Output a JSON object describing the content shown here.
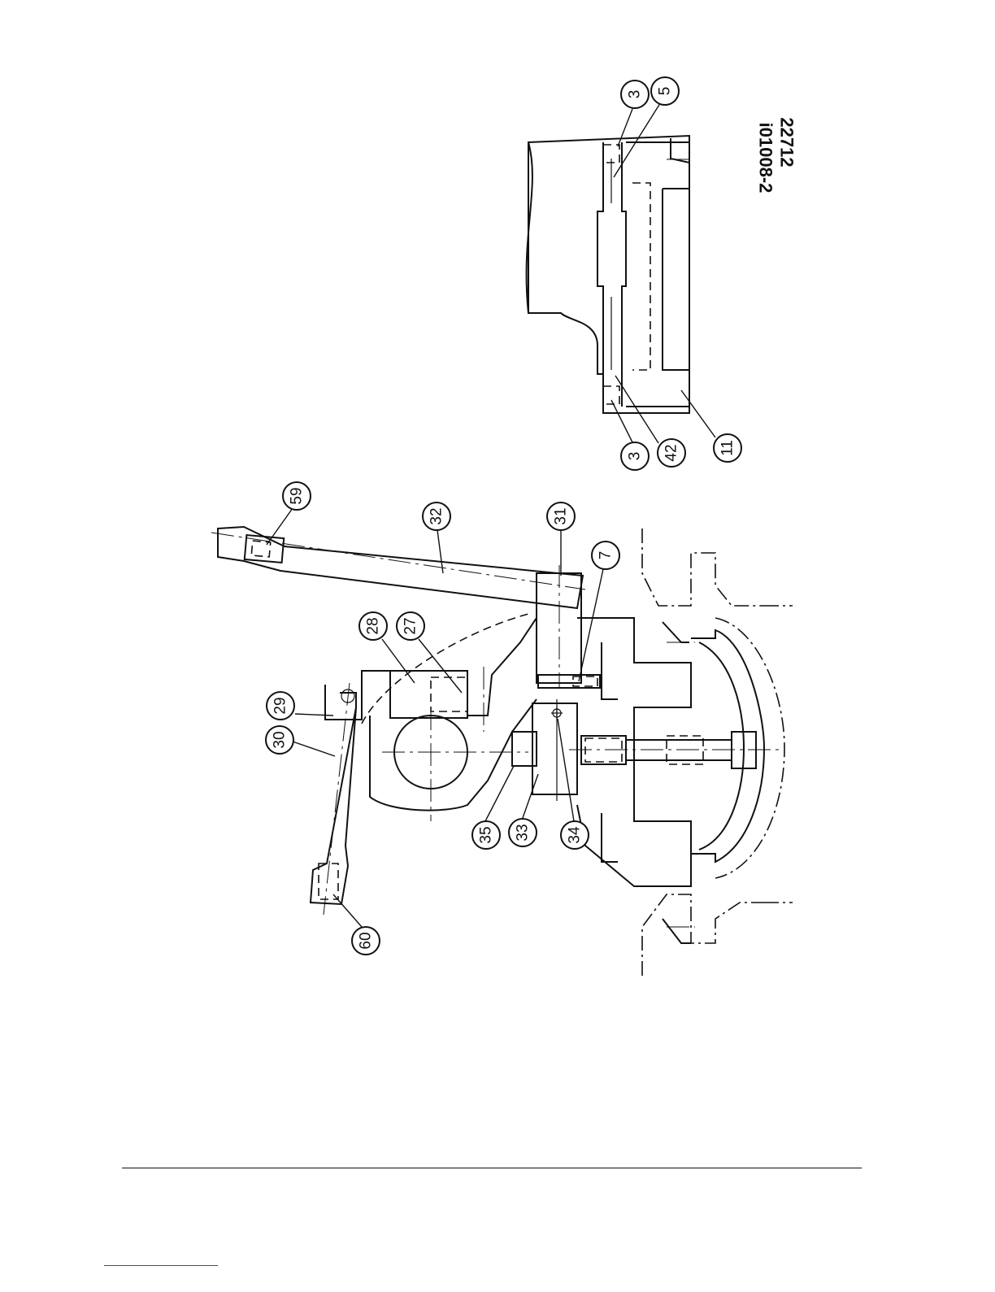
{
  "drawing": {
    "code": "i01008-2",
    "number": "22712"
  },
  "callouts_main": [
    "59",
    "32",
    "31",
    "7",
    "28",
    "27",
    "29",
    "30",
    "35",
    "33",
    "34",
    "60"
  ],
  "callouts_detail": [
    "3",
    "5",
    "3",
    "42",
    "11"
  ],
  "colors": {
    "line": "#111111",
    "link": "#2a46c8",
    "background": "#ffffff"
  }
}
